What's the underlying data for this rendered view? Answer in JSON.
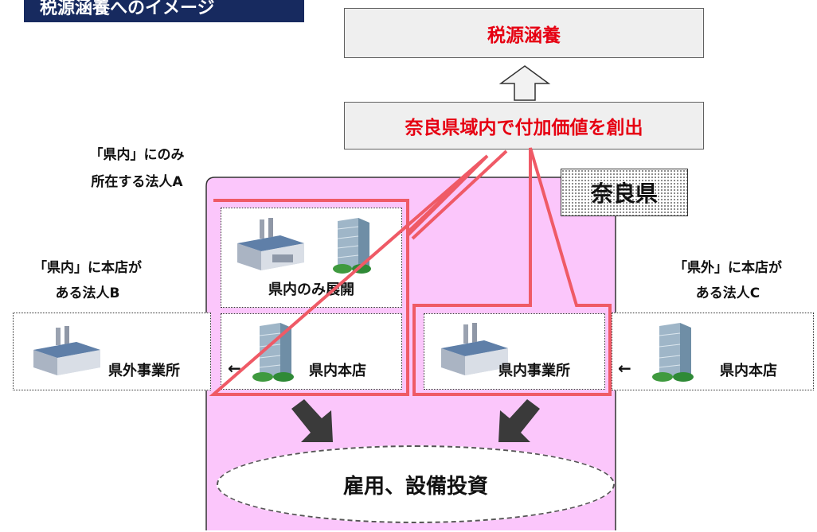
{
  "title": "税源涵養へのイメージ",
  "top_box": "税源涵養",
  "middle_box": "奈良県域内で付加価値を創出",
  "region_label": "奈良県",
  "corp_a_label": [
    "「県内」にのみ",
    "所在する法人A"
  ],
  "corp_b_label": [
    "「県内」に本店が",
    "ある法人B"
  ],
  "corp_c_label": [
    "「県外」に本店が",
    "ある法人C"
  ],
  "only_in_pref": "県内のみ展開",
  "hq_in_pref_b": "県内本店",
  "office_out_pref": "県外事業所",
  "office_in_pref": "県内事業所",
  "hq_in_pref_c": "県内本店",
  "left_arrow_b": "←",
  "left_arrow_c": "←",
  "bottom_ellipse": "雇用、設備投資",
  "colors": {
    "title_bg": "#172a5f",
    "red_text": "#e60012",
    "red_outline": "#ef5a66",
    "region_fill": "#fbc6fb"
  },
  "icons": [
    "factory-icon",
    "office-building-icon"
  ]
}
